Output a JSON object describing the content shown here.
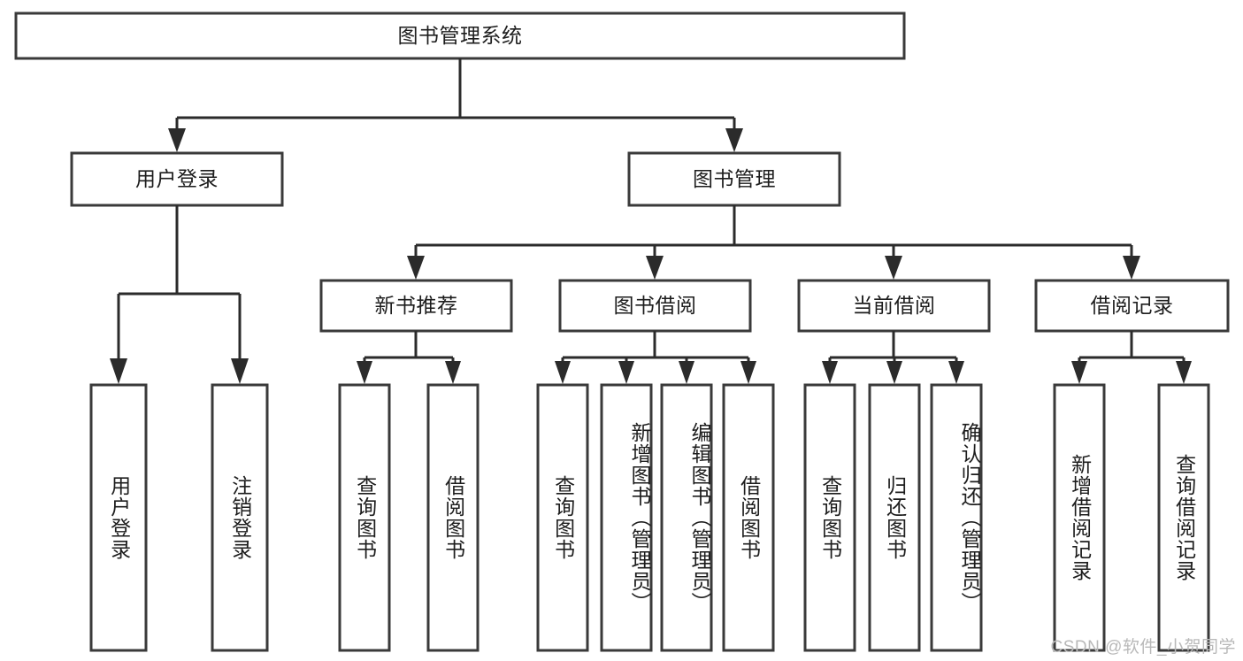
{
  "diagram": {
    "title": "图书管理系统",
    "type": "tree-hierarchy-diagram",
    "colors": {
      "box_stroke": "#3a3a3a",
      "box_fill": "#ffffff",
      "connector": "#2b2b2b",
      "text": "#1d1d1d",
      "watermark": "#b9b9b9",
      "background": "#ffffff"
    },
    "root": {
      "label": "图书管理系统"
    },
    "level2": [
      {
        "label": "用户登录"
      },
      {
        "label": "图书管理"
      }
    ],
    "level3": [
      {
        "label": "新书推荐"
      },
      {
        "label": "图书借阅"
      },
      {
        "label": "当前借阅"
      },
      {
        "label": "借阅记录"
      }
    ],
    "leaves": {
      "user_login": [
        {
          "label": "用户登录"
        },
        {
          "label": "注销登录"
        }
      ],
      "new_book_recommend": [
        {
          "label": "查询图书"
        },
        {
          "label": "借阅图书"
        }
      ],
      "book_borrow": [
        {
          "label": "查询图书"
        },
        {
          "label": "新增图书（管理员）"
        },
        {
          "label": "编辑图书（管理员）"
        },
        {
          "label": "借阅图书"
        }
      ],
      "current_borrow": [
        {
          "label": "查询图书"
        },
        {
          "label": "归还图书"
        },
        {
          "label": "确认归还（管理员）"
        }
      ],
      "borrow_record": [
        {
          "label": "新增借阅记录"
        },
        {
          "label": "查询借阅记录"
        }
      ]
    }
  },
  "watermark": {
    "text": "CSDN @软件_小贺同学"
  }
}
